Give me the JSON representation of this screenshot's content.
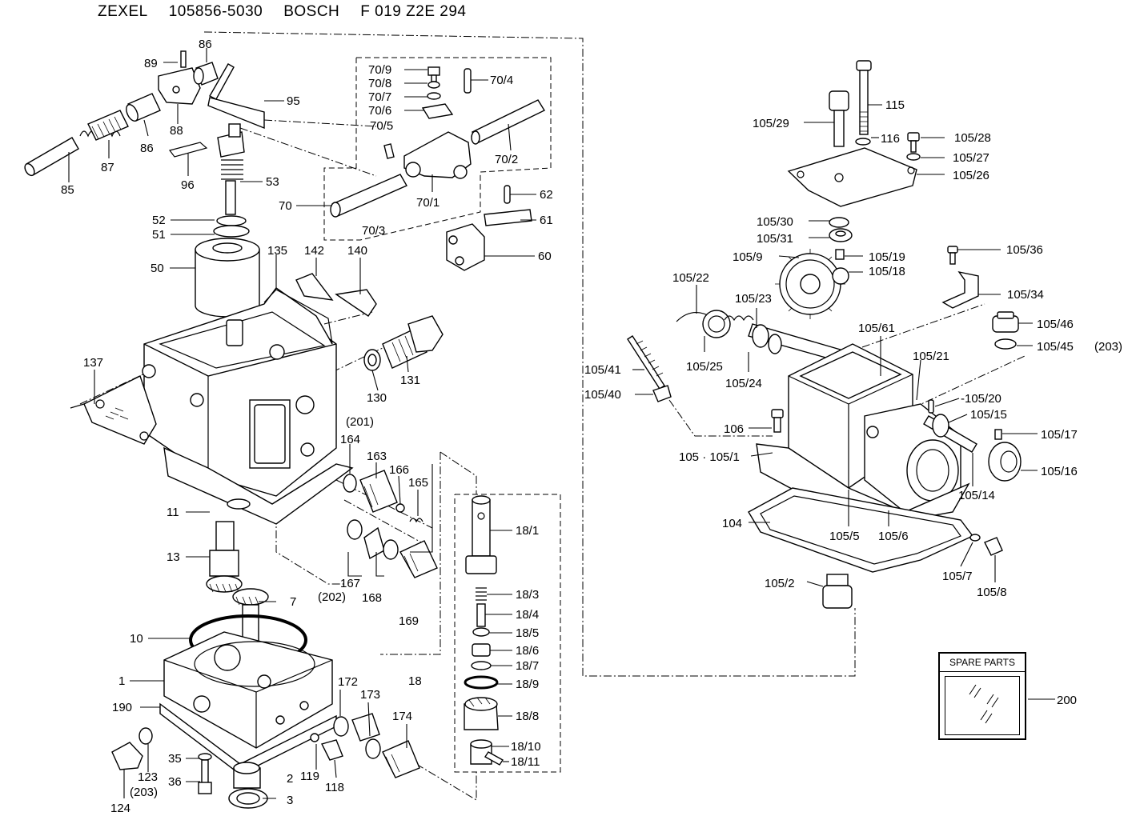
{
  "header": {
    "brand1": "ZEXEL",
    "number1": "105856-5030",
    "brand2": "BOSCH",
    "number2": "F 019 Z2E 294"
  },
  "spare_parts": {
    "title": "SPARE PARTS",
    "callout": "200"
  },
  "callouts": {
    "c89": "89",
    "c86a": "86",
    "c95": "95",
    "c88": "88",
    "c86b": "86",
    "c87": "87",
    "c85": "85",
    "c96": "96",
    "c53": "53",
    "c52": "52",
    "c51": "51",
    "c50": "50",
    "c70_9": "70/9",
    "c70_8": "70/8",
    "c70_7": "70/7",
    "c70_6": "70/6",
    "c70_5": "70/5",
    "c70_4": "70/4",
    "c70_2": "70/2",
    "c70_1": "70/1",
    "c70": "70",
    "c70_3": "70/3",
    "c62": "62",
    "c61": "61",
    "c60": "60",
    "c135": "135",
    "c142": "142",
    "c140": "140",
    "c137": "137",
    "c130": "130",
    "c131": "131",
    "c201": "(201)",
    "c164": "164",
    "c163": "163",
    "c166": "166",
    "c165": "165",
    "c11": "11",
    "c13": "13",
    "c7": "7",
    "c10": "10",
    "c1": "1",
    "c167": "167",
    "c202": "(202)",
    "c168": "168",
    "c169": "169",
    "c18_1": "18/1",
    "c18_3": "18/3",
    "c18_4": "18/4",
    "c18_5": "18/5",
    "c18_6": "18/6",
    "c18_7": "18/7",
    "c18_9": "18/9",
    "c18": "18",
    "c18_8": "18/8",
    "c18_10": "18/10",
    "c18_11": "18/11",
    "c172": "172",
    "c173": "173",
    "c174": "174",
    "c190": "190",
    "c35": "35",
    "c123": "123",
    "c203a": "(203)",
    "c36": "36",
    "c124": "124",
    "c2": "2",
    "c119": "119",
    "c118": "118",
    "c3": "3",
    "c105_29": "105/29",
    "c115": "115",
    "c116": "116",
    "c105_28": "105/28",
    "c105_27": "105/27",
    "c105_26": "105/26",
    "c105_30": "105/30",
    "c105_31": "105/31",
    "c105_9": "105/9",
    "c105_19": "105/19",
    "c105_18": "105/18",
    "c105_36": "105/36",
    "c105_22": "105/22",
    "c105_23": "105/23",
    "c105_34": "105/34",
    "c105_61": "105/61",
    "c105_46": "105/46",
    "c105_45": "105/45",
    "c203b": "(203)",
    "c105_25": "105/25",
    "c105_24": "105/24",
    "c105_21": "105/21",
    "c105_41": "105/41",
    "c105_40": "105/40",
    "c105_20": "-105/20",
    "c105_15": "105/15",
    "c106": "106",
    "c105_17": "105/17",
    "c105_105_1": "105 · 105/1",
    "c105_16": "105/16",
    "c105_14": "105/14",
    "c104": "104",
    "c105_5": "105/5",
    "c105_6": "105/6",
    "c105_7": "105/7",
    "c105_8": "105/8",
    "c105_2": "105/2"
  }
}
